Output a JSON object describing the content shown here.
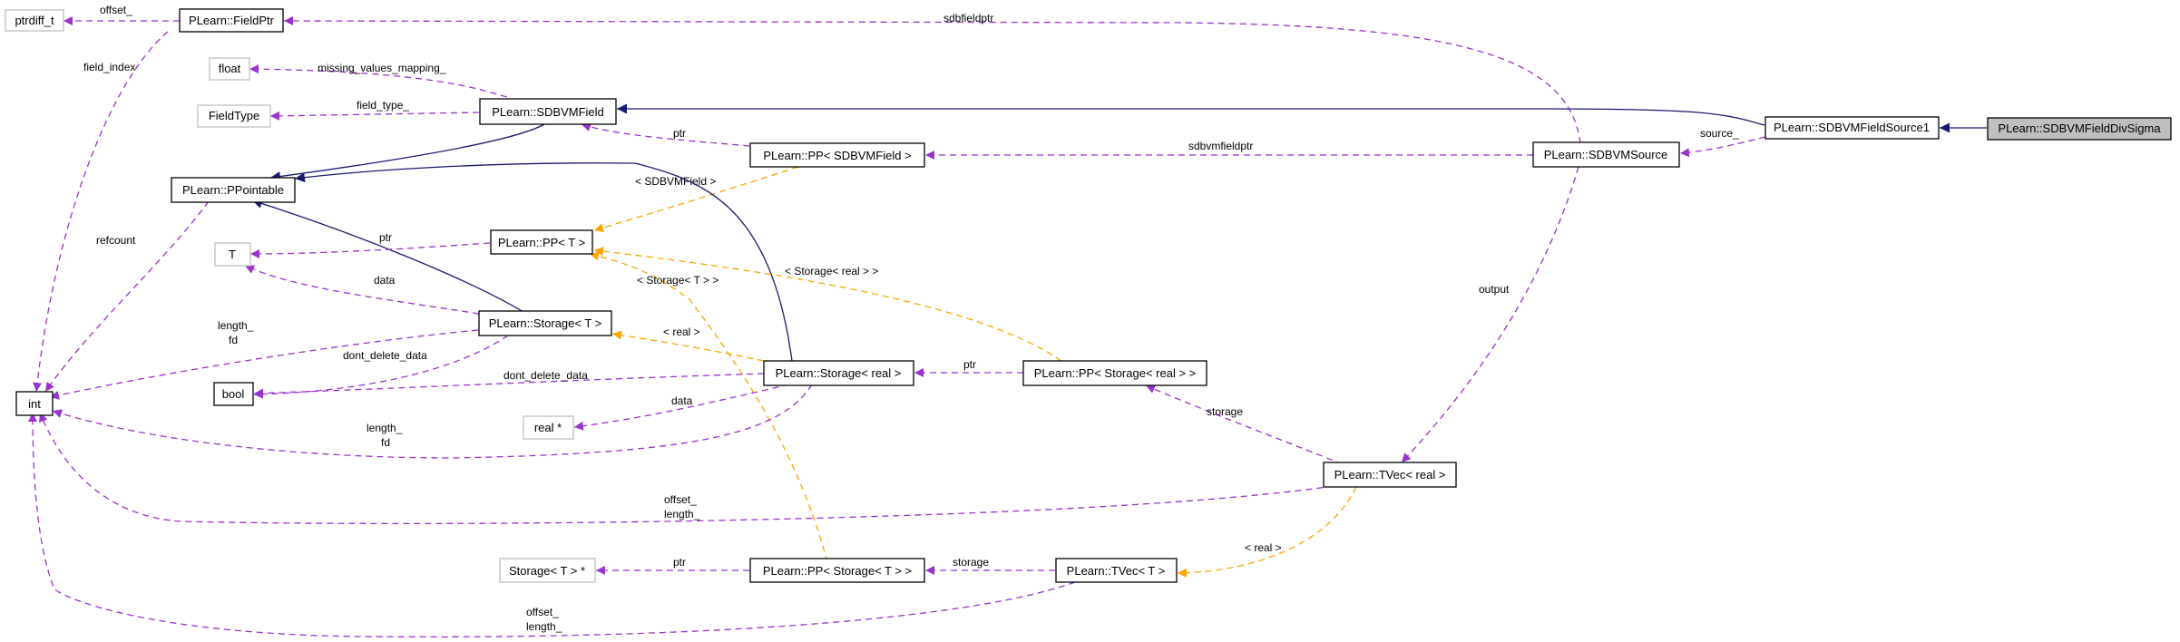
{
  "nodes": {
    "sdbvmfielddivsigma": "PLearn::SDBVMFieldDivSigma",
    "sdbvmfieldsource1": "PLearn::SDBVMFieldSource1",
    "sdbvmfield": "PLearn::SDBVMField",
    "sdbvmsource": "PLearn::SDBVMSource",
    "fieldptr": "PLearn::FieldPtr",
    "ptrdiff_t": "ptrdiff_t",
    "float": "float",
    "fieldtype": "FieldType",
    "ppointable": "PLearn::PPointable",
    "pp_sdbvmfield": "PLearn::PP< SDBVMField >",
    "pp_t": "PLearn::PP< T >",
    "t": "T",
    "storage_t": "PLearn::Storage< T >",
    "bool": "bool",
    "int": "int",
    "storage_real": "PLearn::Storage< real >",
    "pp_storage_real": "PLearn::PP< Storage< real > >",
    "real_ptr": "real *",
    "tvec_real": "PLearn::TVec< real >",
    "storage_t_ptr": "Storage< T > *",
    "pp_storage_t": "PLearn::PP< Storage< T > >",
    "tvec_t": "PLearn::TVec< T >"
  },
  "edge_labels": {
    "offset": "offset_",
    "field_index": "field_index",
    "sdbfieldptr": "sdbfieldptr",
    "missing_values_mapping": "missing_values_mapping_",
    "field_type": "field_type_",
    "source": "source_",
    "ptr_sdbvmfield": "ptr",
    "sdbvmfieldptr": "sdbvmfieldptr",
    "tpl_sdbvmfield": "< SDBVMField >",
    "refcount": "refcount",
    "ptr_t": "ptr",
    "data_t": "data",
    "tpl_storage_real_gt": "< Storage< real > >",
    "tpl_storage_t_gt": "< Storage< T > >",
    "output": "output",
    "length_fd_1a": "length_",
    "length_fd_1b": "fd",
    "tpl_real_storage": "< real >",
    "dont_delete_data_1": "dont_delete_data",
    "dont_delete_data_2": "dont_delete_data",
    "ptr_storage_real": "ptr",
    "data_real": "data",
    "storage_1": "storage",
    "length_fd_2a": "length_",
    "length_fd_2b": "fd",
    "offset_length_1a": "offset_",
    "offset_length_1b": "length_",
    "ptr_storage_t": "ptr",
    "storage_2": "storage",
    "tpl_real_tvec": "< real >",
    "offset_length_2a": "offset_",
    "offset_length_2b": "length_"
  },
  "legend_colors": {
    "inheritance": "#191970",
    "usage": "#9a32cd",
    "template": "#ffa500",
    "focus_fill": "#bfbfbf",
    "external_border": "#bfbfbf"
  }
}
